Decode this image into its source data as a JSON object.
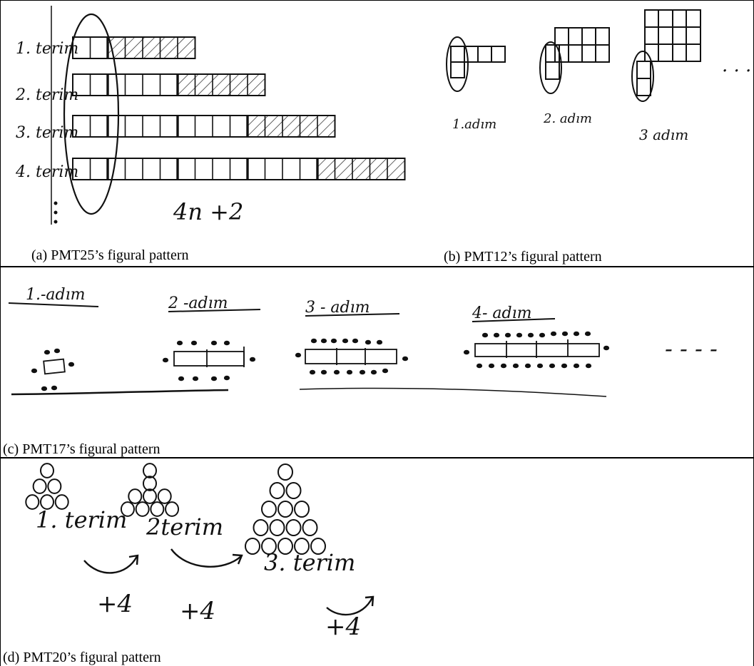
{
  "panel_a": {
    "caption": "(a)  PMT25’s figural pattern",
    "term_labels": [
      "1. terim",
      "2. terim",
      "3. terim",
      "4. terim"
    ],
    "formula": "4n +2"
  },
  "panel_b": {
    "caption": "(b) PMT12’s figural pattern",
    "step_labels": [
      "1.adım",
      "2. adım",
      "3 adım"
    ],
    "ellipsis": ". . ."
  },
  "panel_c": {
    "caption": "(c) PMT17’s figural pattern",
    "step_labels": [
      "1.-adım",
      "2 -adım",
      "3 - adım",
      "4- adım"
    ],
    "ellipsis": "- - - -"
  },
  "panel_d": {
    "caption": "(d) PMT20’s figural pattern",
    "term_labels": [
      "1. terim",
      "2terim",
      "3. terim"
    ],
    "increments": [
      "+4",
      "+4",
      "+4"
    ]
  }
}
